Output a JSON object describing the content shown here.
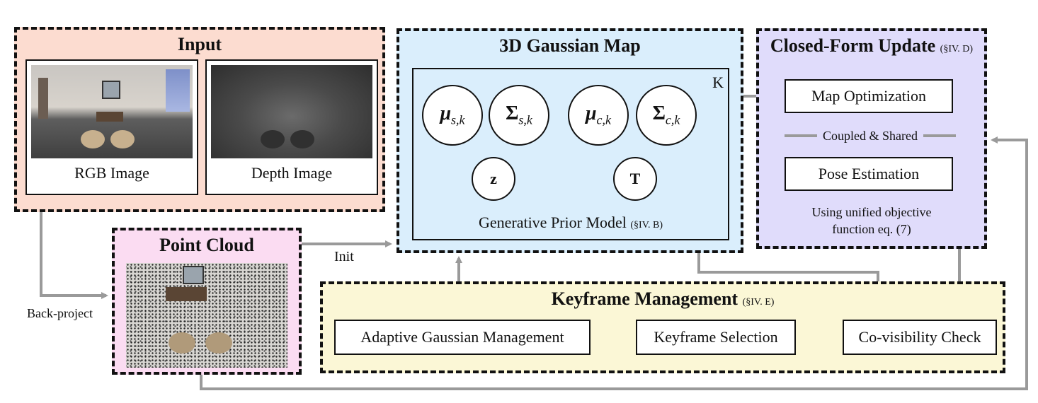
{
  "input": {
    "title": "Input",
    "rgb_label": "RGB Image",
    "depth_label": "Depth Image"
  },
  "gaussian_map": {
    "title": "3D Gaussian Map",
    "k": "K",
    "params": [
      "μs,k",
      "Σs,k",
      "μc,k",
      "Σc,k",
      "z",
      "T"
    ],
    "footer": "Generative Prior Model",
    "footer_ref": "(§IV. B)"
  },
  "closed_form": {
    "title": "Closed-Form Update",
    "ref": "(§IV. D)",
    "map_opt": "Map Optimization",
    "coupled": "Coupled & Shared",
    "pose": "Pose Estimation",
    "note_line1": "Using unified objective",
    "note_line2": "function eq. (7)"
  },
  "point_cloud": {
    "title": "Point Cloud"
  },
  "keyframe": {
    "title": "Keyframe Management",
    "ref": "(§IV. E)",
    "adaptive": "Adaptive Gaussian Management",
    "selection": "Keyframe Selection",
    "covis": "Co-visibility Check"
  },
  "edges": {
    "init": "Init",
    "back_project": "Back-project"
  },
  "colors": {
    "input_bg": "#fcdcd0",
    "gaussian_bg": "#daeefc",
    "closed_bg": "#e0dcfb",
    "point_bg": "#fbdcf2",
    "keyframe_bg": "#fbf7d6",
    "arrow": "#9a9a9a"
  }
}
